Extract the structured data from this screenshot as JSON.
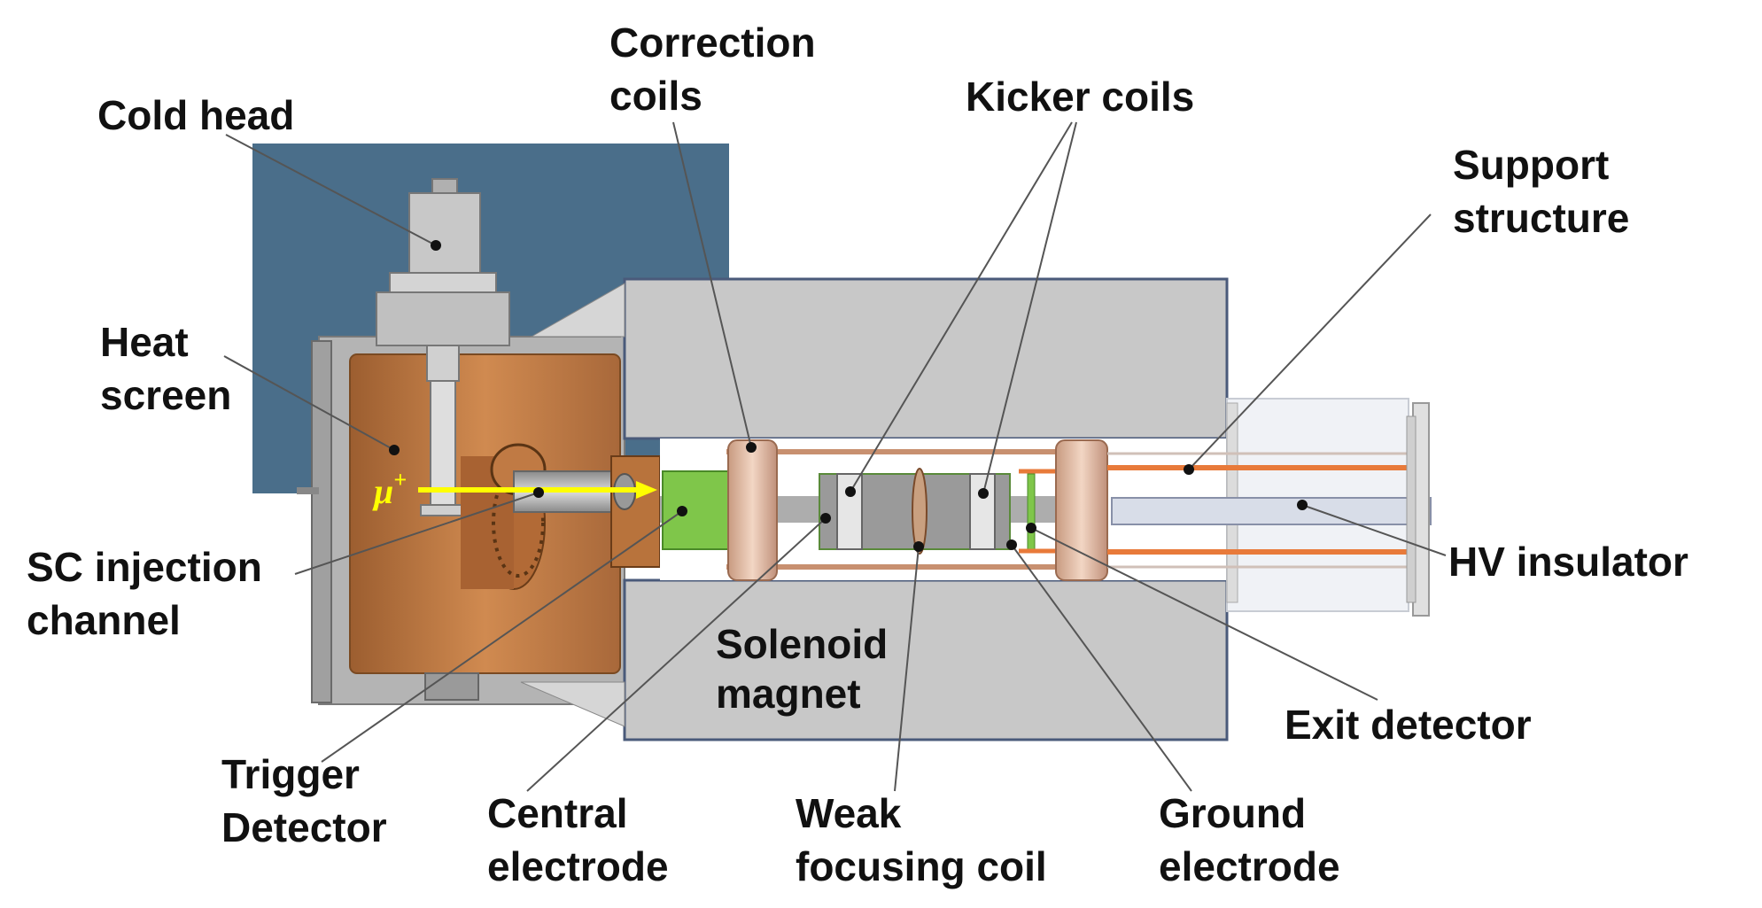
{
  "labels": {
    "cold_head": "Cold head",
    "correction_coils": [
      "Correction",
      "coils"
    ],
    "kicker_coils": "Kicker coils",
    "support_structure": [
      "Support",
      "structure"
    ],
    "heat_screen": [
      "Heat",
      "screen"
    ],
    "sc_injection_channel": [
      "SC injection",
      "channel"
    ],
    "hv_insulator": "HV insulator",
    "solenoid_magnet": [
      "Solenoid",
      "magnet"
    ],
    "exit_detector": "Exit detector",
    "trigger_detector": [
      "Trigger",
      "Detector"
    ],
    "central_electrode": [
      "Central",
      "electrode"
    ],
    "weak_focusing_coil": [
      "Weak",
      "focusing coil"
    ],
    "ground_electrode": [
      "Ground",
      "electrode"
    ]
  },
  "beam": {
    "particle": "μ",
    "charge": "+"
  },
  "colors": {
    "backdrop": "#4a6e8a",
    "copper": "#c47f48",
    "magnet_grey": "#c8c8c8",
    "beam": "#ffff00",
    "electrode_green": "#7fc64a",
    "insulator": "#d8dde8",
    "orange_rod": "#e87a3a"
  }
}
